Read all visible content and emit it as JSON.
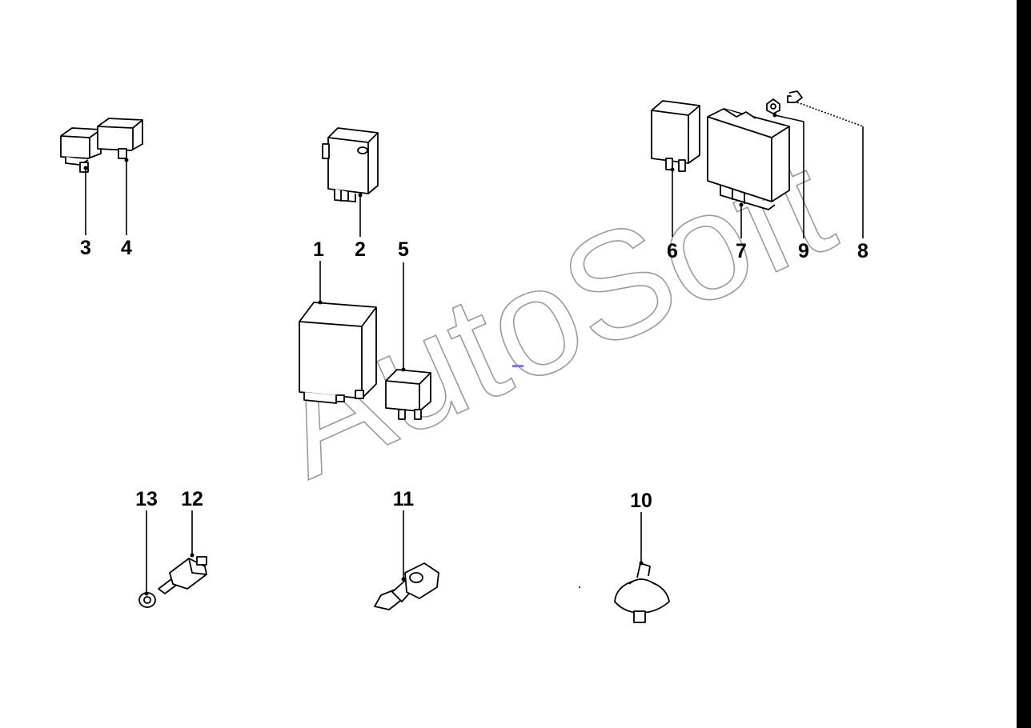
{
  "watermark": {
    "text": "AutoSoft",
    "color": "#9a9a9a"
  },
  "callouts": [
    "1",
    "2",
    "3",
    "4",
    "5",
    "6",
    "7",
    "8",
    "9",
    "10",
    "11",
    "12",
    "13"
  ],
  "colors": {
    "line": "#000000",
    "background": "#ffffff",
    "marker": "#7b7bef"
  }
}
